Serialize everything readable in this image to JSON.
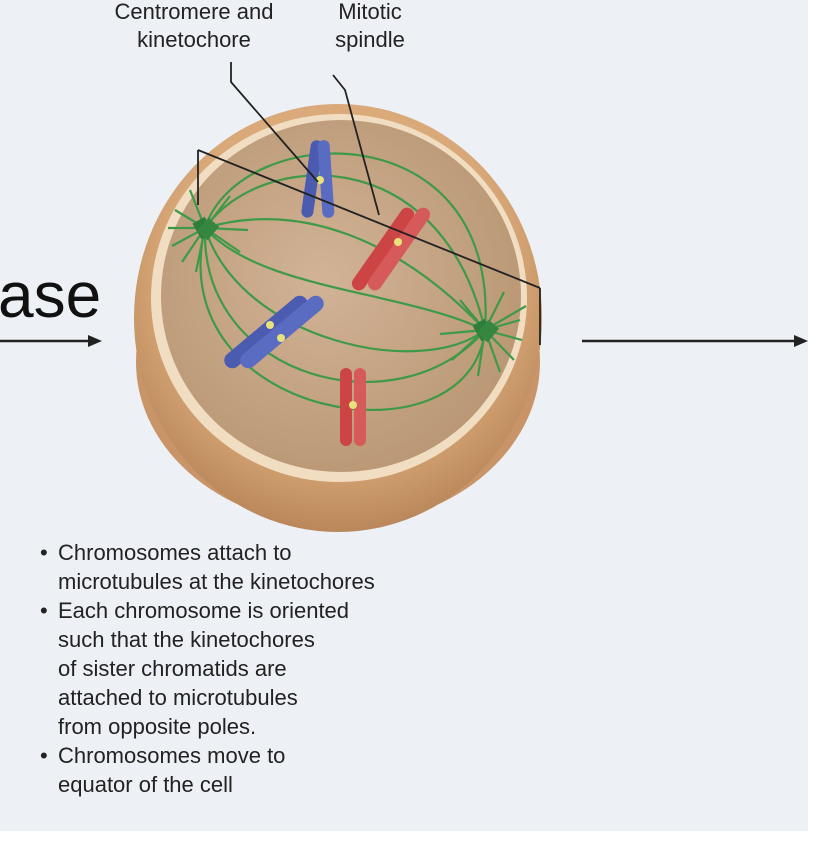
{
  "labels": {
    "centromere_line1": "Centromere and",
    "centromere_line2": "kinetochore",
    "spindle_line1": "Mitotic",
    "spindle_line2": "spindle"
  },
  "stage_title_fragment": "ase",
  "bullets": [
    {
      "marker": "•",
      "lines": [
        "Chromosomes attach to",
        "microtubules at the kinetochores"
      ]
    },
    {
      "marker": "•",
      "lines": [
        "Each chromosome is oriented",
        "such that the kinetochores",
        "of sister chromatids are",
        "attached to microtubules",
        "from opposite poles."
      ]
    },
    {
      "marker": "•",
      "lines": [
        "Chromosomes move to",
        "equator of the cell"
      ]
    }
  ],
  "colors": {
    "panel_background": "#edf0f5",
    "cell_rim": "#d9a878",
    "cell_surface": "#c6a483",
    "spindle_fiber": "#3e9a48",
    "chromosome_blue": "#4a5bb0",
    "chromosome_red": "#cc4444",
    "kinetochore": "#e8e27a",
    "arrow": "#222222"
  },
  "icons": {
    "left_arrow": "arrow-right-icon",
    "right_arrow": "arrow-right-icon"
  }
}
